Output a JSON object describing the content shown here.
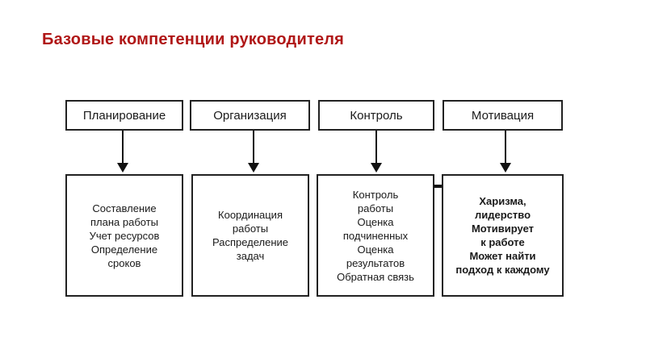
{
  "title": "Базовые компетенции руководителя",
  "columns": [
    {
      "heading": "Планирование",
      "lines": [
        "Составление",
        "плана работы",
        "Учет ресурсов",
        "Определение",
        "сроков"
      ]
    },
    {
      "heading": "Организация",
      "lines": [
        "Координация",
        "работы",
        "Распределение",
        "задач"
      ]
    },
    {
      "heading": "Контроль",
      "lines": [
        "Контроль",
        "работы",
        "Оценка",
        "подчиненных",
        "Оценка",
        "результатов",
        "Обратная связь"
      ]
    },
    {
      "heading": "Мотивация",
      "lines": [
        "Харизма,",
        "лидерство",
        "Мотивирует",
        "к работе",
        "Может найти",
        "подход к каждому"
      ]
    }
  ]
}
